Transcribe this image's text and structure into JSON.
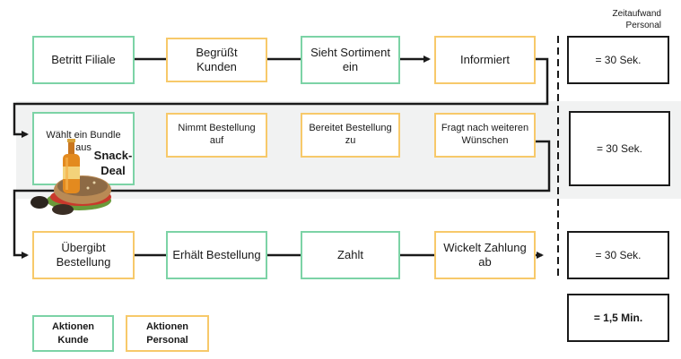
{
  "header": {
    "line1": "Zeitaufwand",
    "line2": "Personal"
  },
  "row1": {
    "s1": "Betritt Filiale",
    "s2a": "Begrüßt",
    "s2b": "Kunden",
    "s3a": "Sieht  Sortiment",
    "s3b": "ein",
    "s4": "Informiert"
  },
  "row2": {
    "s1": "Wählt ein Bundle aus",
    "snack_a": "Snack-",
    "snack_b": "Deal",
    "s2a": "Nimmt Bestellung",
    "s2b": "auf",
    "s3a": "Bereitet Bestellung",
    "s3b": "zu",
    "s4a": "Fragt nach weiteren",
    "s4b": "Wünschen"
  },
  "row3": {
    "s1a": "Übergibt",
    "s1b": "Bestellung",
    "s2": "Erhält Bestellung",
    "s3": "Zahlt",
    "s4a": "Wickelt Zahlung",
    "s4b": "ab"
  },
  "times": {
    "t1": "= 30 Sek.",
    "t2": "= 30 Sek.",
    "t3": "= 30 Sek.",
    "total": "= 1,5 Min."
  },
  "legend": {
    "kunde_a": "Aktionen",
    "kunde_b": "Kunde",
    "personal_a": "Aktionen",
    "personal_b": "Personal"
  },
  "colors": {
    "kunde": "#7cd3a6",
    "personal": "#f7c96a",
    "line": "#1a1a1a",
    "band": "#f1f2f2"
  },
  "icons": [
    "beer-bottle-icon",
    "sandwich-icon"
  ]
}
